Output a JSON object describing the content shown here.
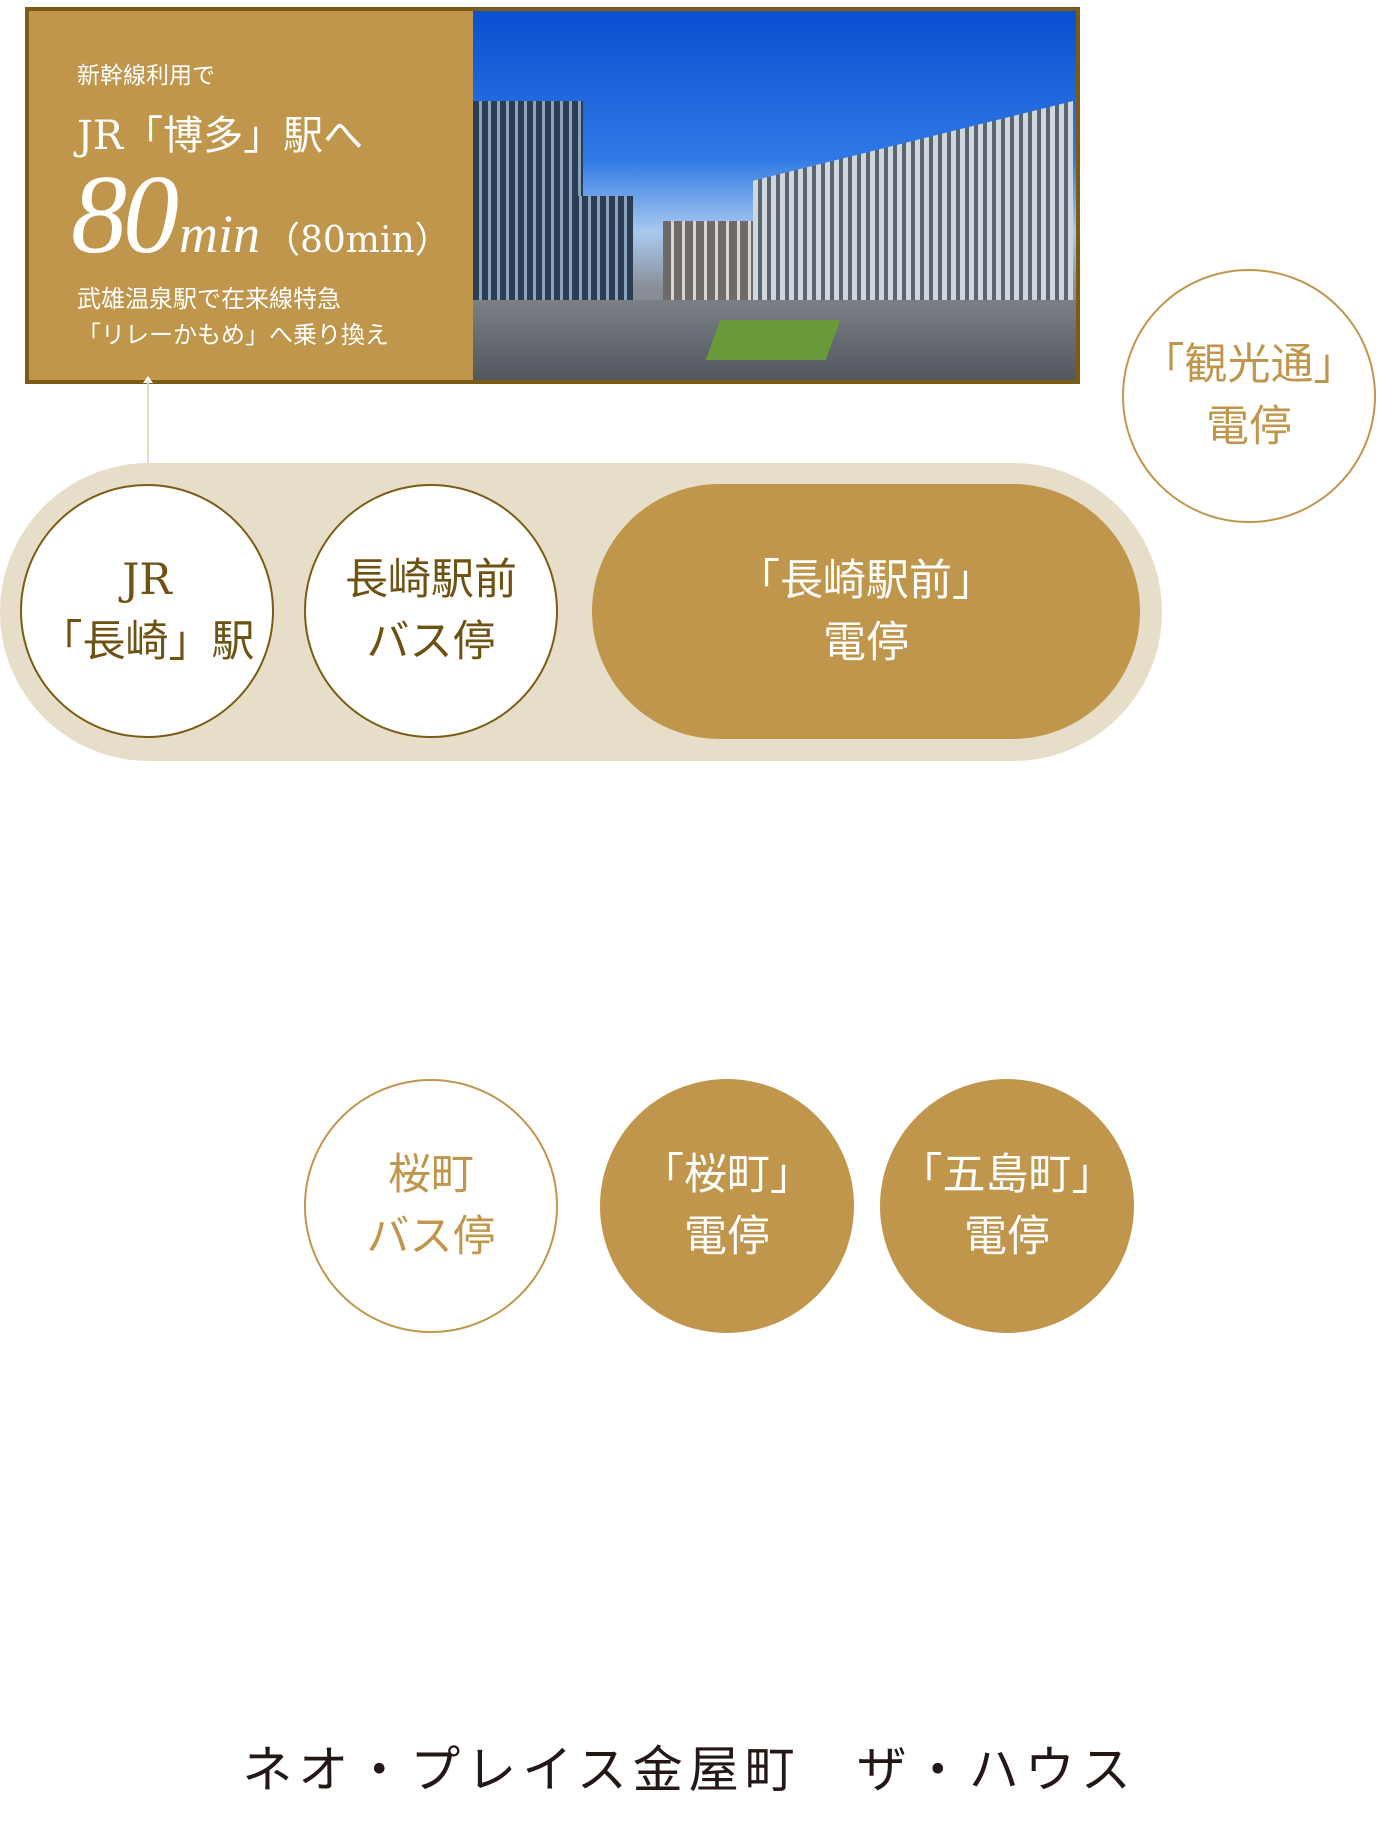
{
  "hakata_panel": {
    "subtitle": "新幹線利用で",
    "destination": "JR「博多」駅へ",
    "time_value": "80",
    "time_unit": "min",
    "time_paren": "（80min）",
    "note_line1": "武雄温泉駅で在来線特急",
    "note_line2": "「リレーかもめ」へ乗り換え"
  },
  "stops": {
    "kankodori": {
      "line1": "「観光通」",
      "line2": "電停"
    },
    "jr_nagasaki": {
      "line1": "JR",
      "line2": "「長崎」駅"
    },
    "nagasaki_bus": {
      "line1": "長崎駅前",
      "line2": "バス停"
    },
    "nagasaki_tram": {
      "line1": "「長崎駅前」",
      "line2": "電停"
    },
    "sakuramachi_bus": {
      "line1": "桜町",
      "line2": "バス停"
    },
    "sakuramachi_tram": {
      "line1": "「桜町」",
      "line2": "電停"
    },
    "gotomachi_tram": {
      "line1": "「五島町」",
      "line2": "電停"
    }
  },
  "property_title": "ネオ・プレイス金屋町　ザ・ハウス",
  "colors": {
    "gold": "#c0964c",
    "dark_gold": "#7a5c14",
    "beige": "#e6dec8"
  }
}
